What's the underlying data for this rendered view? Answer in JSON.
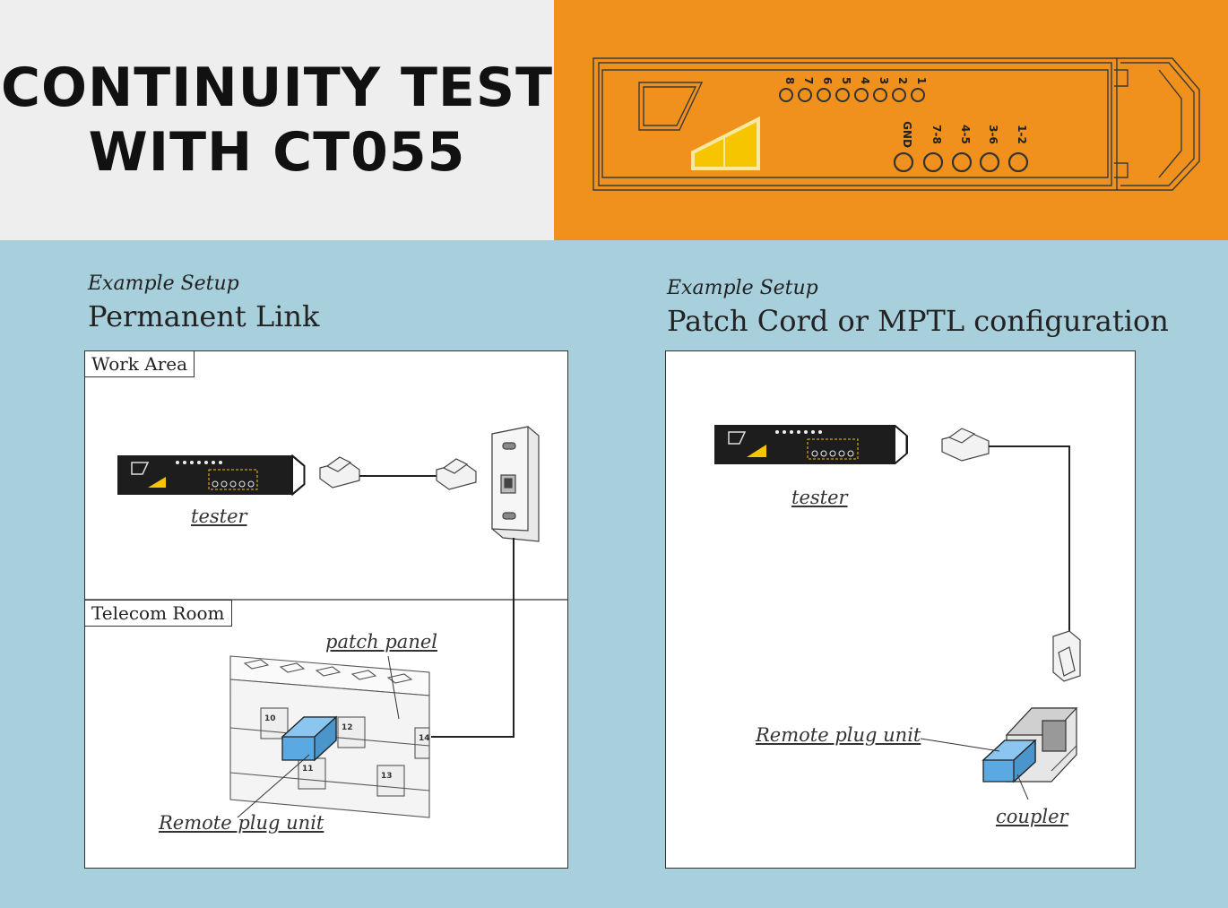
{
  "header": {
    "title_line1": "CONTINUITY TEST",
    "title_line2": "WITH CT055",
    "device_pin_labels": [
      "8",
      "7",
      "6",
      "5",
      "4",
      "3",
      "2",
      "1"
    ],
    "device_pair_labels": [
      "GND",
      "7-8",
      "4-5",
      "3-6",
      "1-2"
    ]
  },
  "left_setup": {
    "example_label": "Example Setup",
    "title": "Permanent Link",
    "work_area_label": "Work Area",
    "telecom_room_label": "Telecom Room",
    "tester_label": "tester",
    "patch_panel_label": "patch panel",
    "remote_plug_label": "Remote plug unit",
    "port_numbers": [
      "10",
      "11",
      "12",
      "13",
      "14"
    ]
  },
  "right_setup": {
    "example_label": "Example Setup",
    "title": "Patch Cord or MPTL configuration",
    "tester_label": "tester",
    "remote_plug_label": "Remote plug unit",
    "coupler_label": "coupler"
  },
  "colors": {
    "header_orange": "#f0901d",
    "background_blue": "#a7cfdc",
    "remote_unit_blue": "#5ba9e2",
    "indicator_yellow": "#f7c400"
  }
}
